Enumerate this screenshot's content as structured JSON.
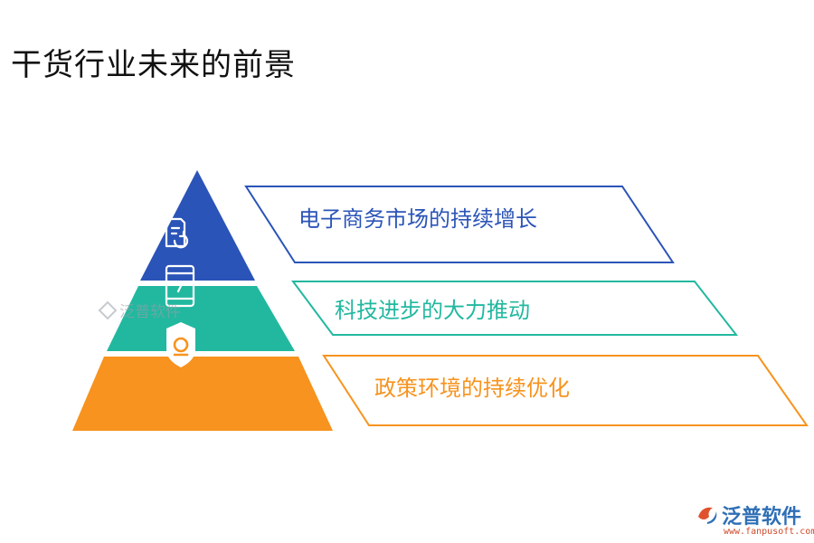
{
  "title": "干货行业未来的前景",
  "levels": [
    {
      "text": "电子商务市场的持续增长",
      "color": "#2b54b8",
      "icon": "document-refresh-icon"
    },
    {
      "text": "科技进步的大力推动",
      "color": "#22b8a0",
      "icon": "tablet-icon"
    },
    {
      "text": "政策环境的持续优化",
      "color": "#f7931e",
      "icon": "shield-icon"
    }
  ],
  "logo": {
    "name": "泛普软件",
    "url": "www.fanpusoft.com"
  },
  "watermark": {
    "text": "泛普软件"
  }
}
